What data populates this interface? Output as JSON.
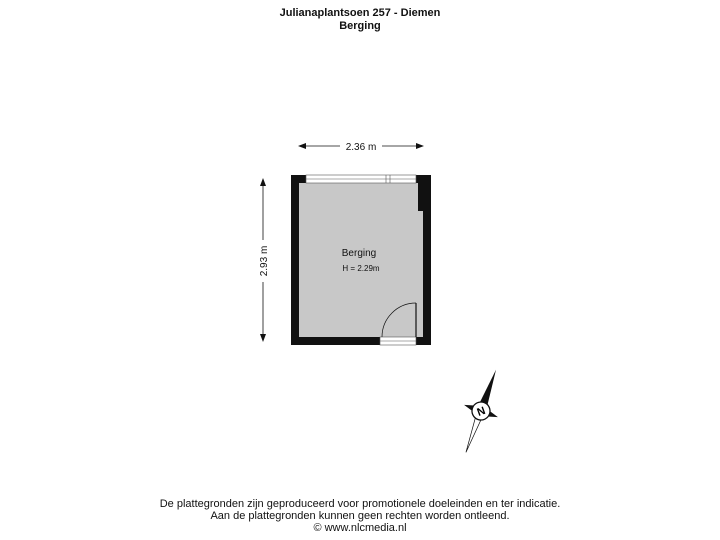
{
  "header": {
    "address": "Julianaplantsoen 257 - Diemen",
    "floor": "Berging"
  },
  "plan": {
    "width_label": "2.36 m",
    "height_label": "2.93 m",
    "room_name": "Berging",
    "room_height": "H = 2.29m",
    "compass_label": "N",
    "colors": {
      "wall": "#111111",
      "floor": "#c8c8c8"
    }
  },
  "footer": {
    "line1": "De plattegronden zijn geproduceerd voor promotionele doeleinden en ter indicatie.",
    "line2": "Aan de plattegronden kunnen geen rechten worden ontleend.",
    "line3": "© www.nlcmedia.nl"
  }
}
